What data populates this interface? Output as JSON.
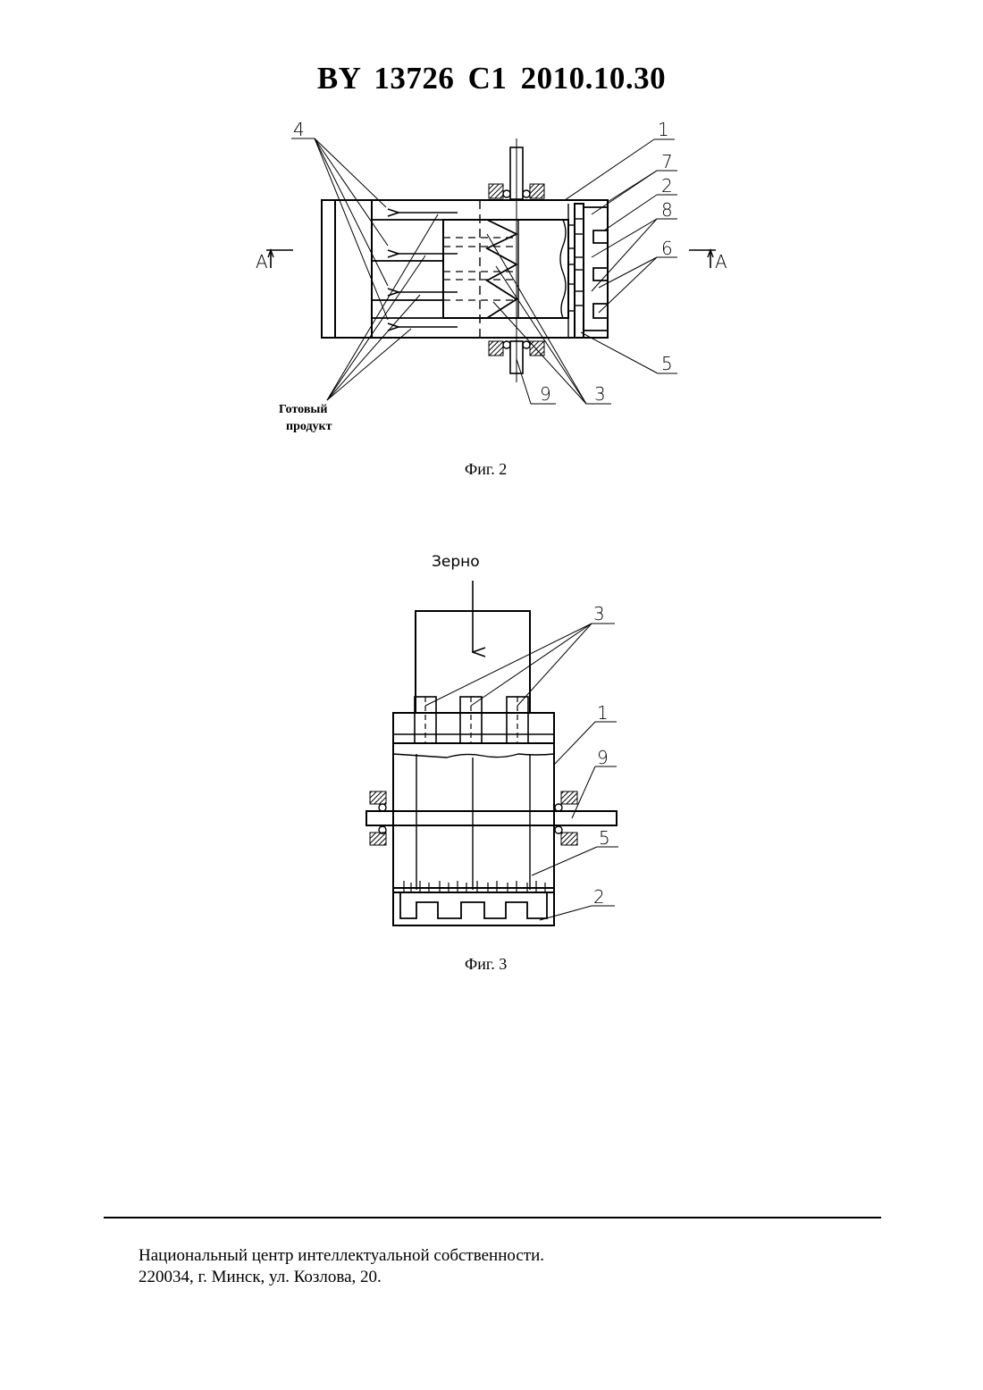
{
  "header": {
    "doc_id": "BY  13726  C1  2010.10.30"
  },
  "figure2": {
    "caption": "Фиг. 2",
    "labels": {
      "l1": "1",
      "l2": "2",
      "l3": "3",
      "l4": "4",
      "l5": "5",
      "l6": "6",
      "l7": "7",
      "l8": "8",
      "l9": "9",
      "section_left": "A",
      "section_right": "A"
    },
    "product_line1": "Готовый",
    "product_line2": "продукт"
  },
  "figure3": {
    "caption": "Фиг. 3",
    "grain_label": "Зерно",
    "labels": {
      "l1": "1",
      "l2": "2",
      "l3": "3",
      "l5": "5",
      "l9": "9"
    }
  },
  "footer": {
    "line1": "Национальный центр интеллектуальной собственности.",
    "line2": "220034, г. Минск, ул. Козлова, 20."
  }
}
